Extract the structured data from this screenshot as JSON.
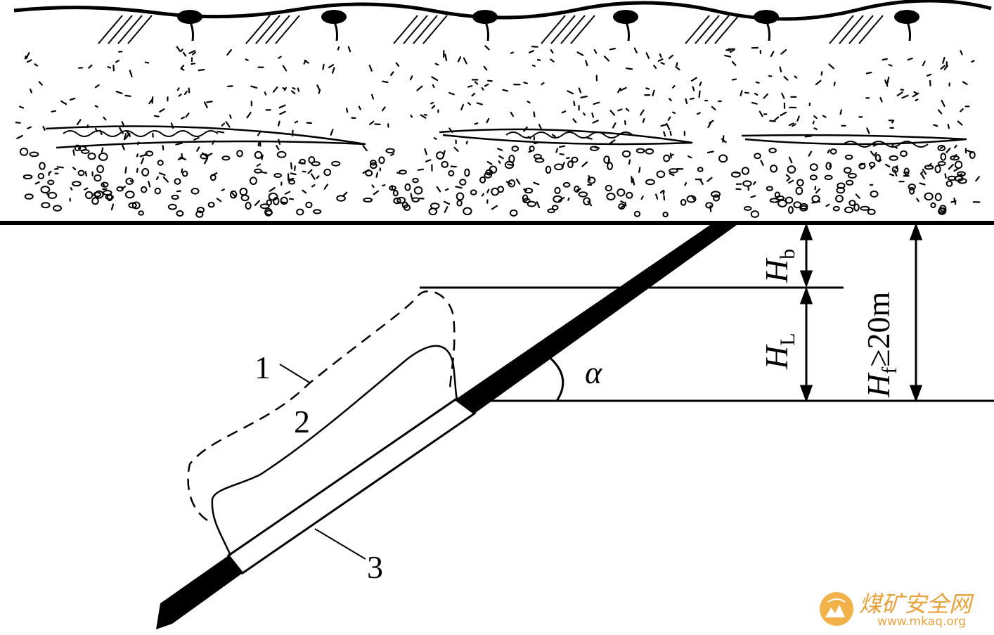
{
  "labels": {
    "zone_1": "1",
    "zone_2": "2",
    "zone_3": "3",
    "angle": "α",
    "h_b": "H",
    "h_b_sub": "b",
    "h_l": "H",
    "h_l_sub": "L",
    "h_f": "H",
    "h_f_sub": "f",
    "h_f_value": "≥20m"
  },
  "watermark": {
    "site_name": "煤矿安全网",
    "url": "www.mkaq.org"
  },
  "colors": {
    "ink": "#000000",
    "watermark": "#e8a23c",
    "watermark_logo": "#f2b24a"
  }
}
